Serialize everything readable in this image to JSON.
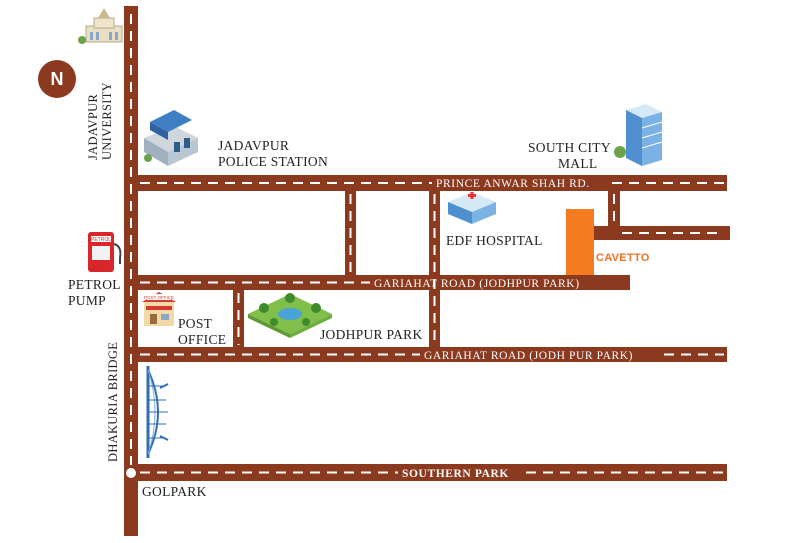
{
  "compass": {
    "label": "N"
  },
  "roads": {
    "prince_anwar_shah": "PRINCE ANWAR SHAH RD.",
    "gariahat_upper": "GARIAHAT ROAD (JODHPUR PARK)",
    "gariahat_lower": "GARIAHAT ROAD (JODH PUR PARK)",
    "southern_park": "SOUTHERN PARK"
  },
  "places": {
    "jadavpur_university_line1": "JADAVPUR",
    "jadavpur_university_line2": "UNIVERSITY",
    "police_station_line1": "JADAVPUR",
    "police_station_line2": "POLICE STATION",
    "south_city_line1": "SOUTH CITY",
    "south_city_line2": "MALL",
    "edf_hospital": "EDF HOSPITAL",
    "cavetto": "CAVETTO",
    "petrol_pump_line1": "PETROL",
    "petrol_pump_line2": "PUMP",
    "post_office_line1": "POST",
    "post_office_line2": "OFFICE",
    "jodhpur_park": "JODHPUR PARK",
    "dhakuria_bridge": "DHAKURIA BRIDGE",
    "golpark": "GOLPARK"
  },
  "icon_text": {
    "petrol_sign": "PETROL",
    "post_office_sign": "POST OFFICE"
  },
  "colors": {
    "road": "#8b3a1f",
    "road_dash": "#ffffff",
    "destination": "#f47b20",
    "destination_label": "#f36f21"
  }
}
